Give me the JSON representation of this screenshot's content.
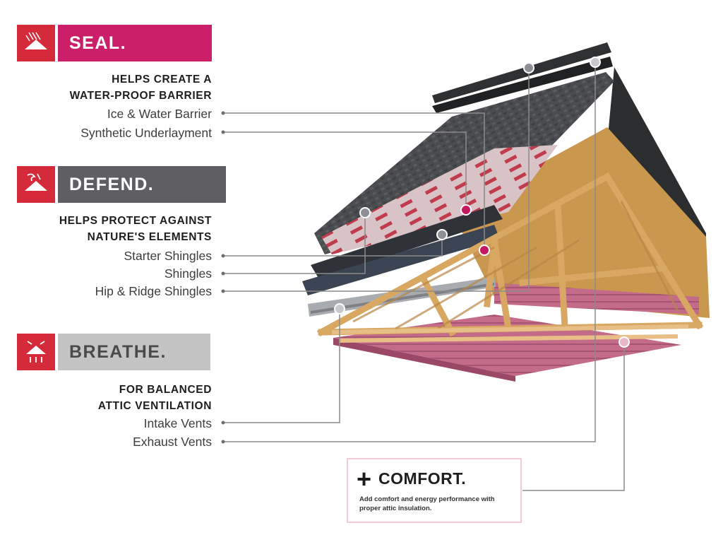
{
  "sections": {
    "seal": {
      "header": "SEAL.",
      "subtitle_line1": "HELPS CREATE A",
      "subtitle_line2": "WATER-PROOF BARRIER",
      "items": [
        "Ice & Water Barrier",
        "Synthetic Underlayment"
      ],
      "color": "#cc1f6a",
      "icon_color": "#d42a3a",
      "icon": "roof-rain-icon"
    },
    "defend": {
      "header": "DEFEND.",
      "subtitle_line1": "HELPS PROTECT AGAINST",
      "subtitle_line2": "NATURE'S ELEMENTS",
      "items": [
        "Starter Shingles",
        "Shingles",
        "Hip & Ridge Shingles"
      ],
      "color": "#5f5f63",
      "icon_color": "#d42a3a",
      "icon": "roof-storm-icon"
    },
    "breathe": {
      "header": "BREATHE.",
      "subtitle_line1": "FOR BALANCED",
      "subtitle_line2": "ATTIC VENTILATION",
      "items": [
        "Intake Vents",
        "Exhaust Vents"
      ],
      "color": "#c4c4c4",
      "icon_color": "#d42a3a",
      "icon": "roof-airflow-icon"
    }
  },
  "comfort": {
    "plus": "+",
    "title": "COMFORT.",
    "description": "Add comfort and energy performance with proper attic insulation.",
    "border_color": "#f3cbd6"
  },
  "diagram": {
    "shingle_color": "#4a4c4f",
    "wood_color": "#d6a25a",
    "insulation_color": "#c46b8a",
    "underlayment_color": "#c9a7ac",
    "callout_line_color": "#8a8a8a"
  }
}
